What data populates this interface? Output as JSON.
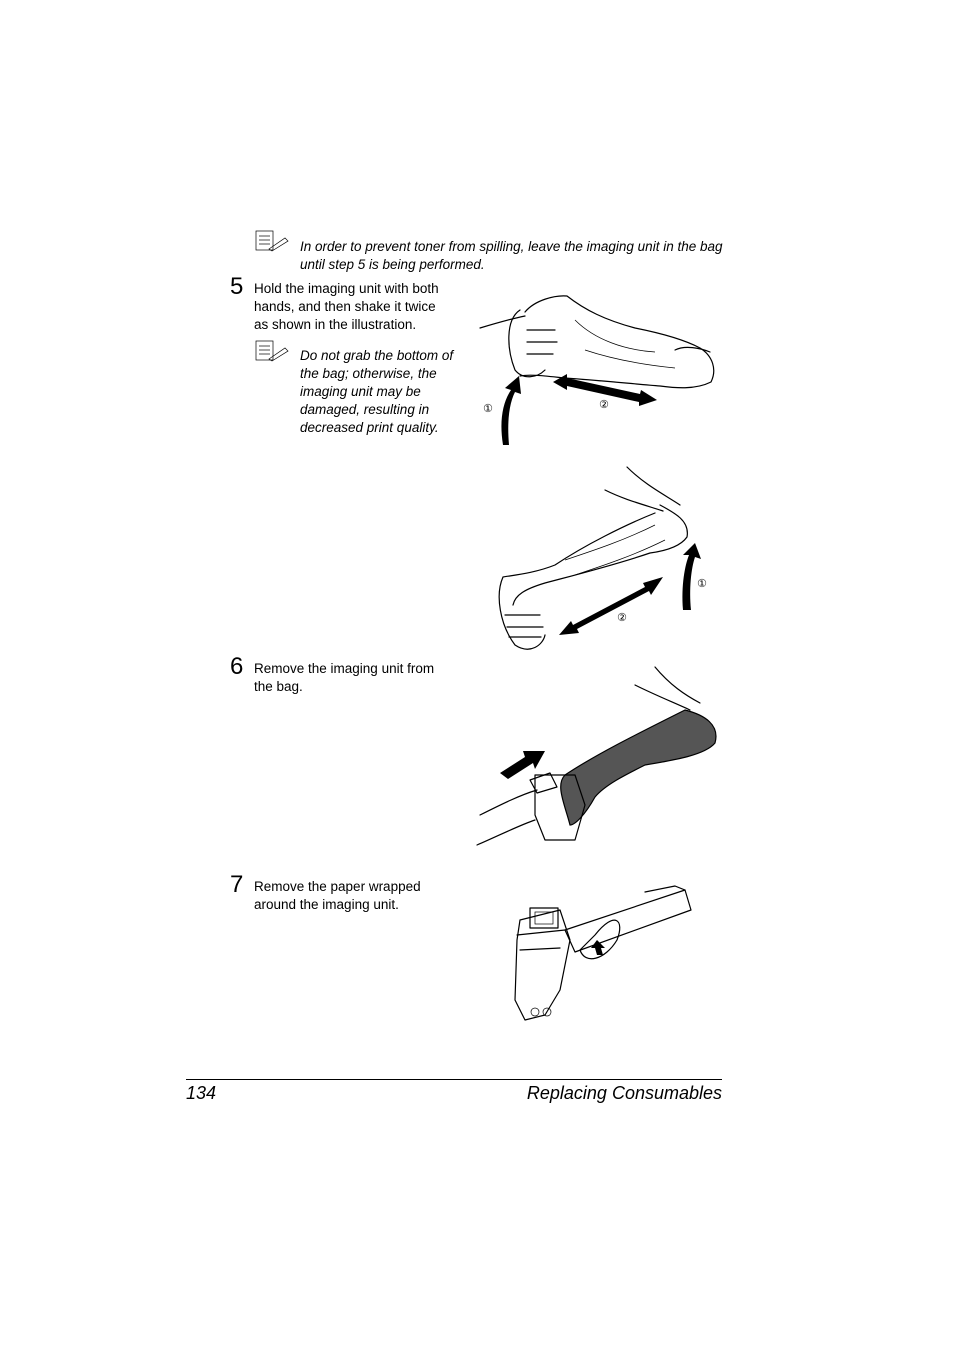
{
  "note1": {
    "icon": "note-pencil-icon",
    "text": "In order to prevent toner from spilling, leave the imaging unit in the bag until step 5 is being performed."
  },
  "step5": {
    "number": "5",
    "lines": [
      "Hold the imaging unit with both",
      "hands, and then shake it twice",
      "as shown in the illustration."
    ],
    "note": {
      "icon": "note-pencil-icon",
      "lines": [
        "Do not grab the bottom of",
        "the bag; otherwise, the",
        "imaging unit may be",
        "damaged, resulting in",
        "decreased print quality."
      ]
    },
    "callouts": [
      "①",
      "②"
    ]
  },
  "step6": {
    "number": "6",
    "lines": [
      "Remove the imaging unit from",
      "the bag."
    ]
  },
  "step7": {
    "number": "7",
    "lines": [
      "Remove the paper wrapped",
      "around the imaging unit."
    ]
  },
  "footer": {
    "page": "134",
    "title": "Replacing Consumables"
  }
}
